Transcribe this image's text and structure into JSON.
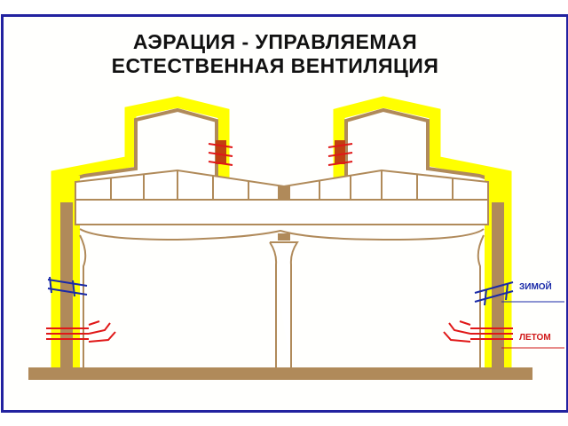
{
  "title": {
    "line1": "АЭРАЦИЯ  -  УПРАВЛЯЕМАЯ",
    "line2": "ЕСТЕСТВЕННАЯ ВЕНТИЛЯЦИЯ"
  },
  "labels": {
    "winter": "ЗИМОЙ",
    "summer": "ЛЕТОМ"
  },
  "colors": {
    "frame": "#2222a0",
    "insulation": "#ffff00",
    "structure": "#b08a5a",
    "winter": "#1a2aa8",
    "summer": "#d01818"
  }
}
